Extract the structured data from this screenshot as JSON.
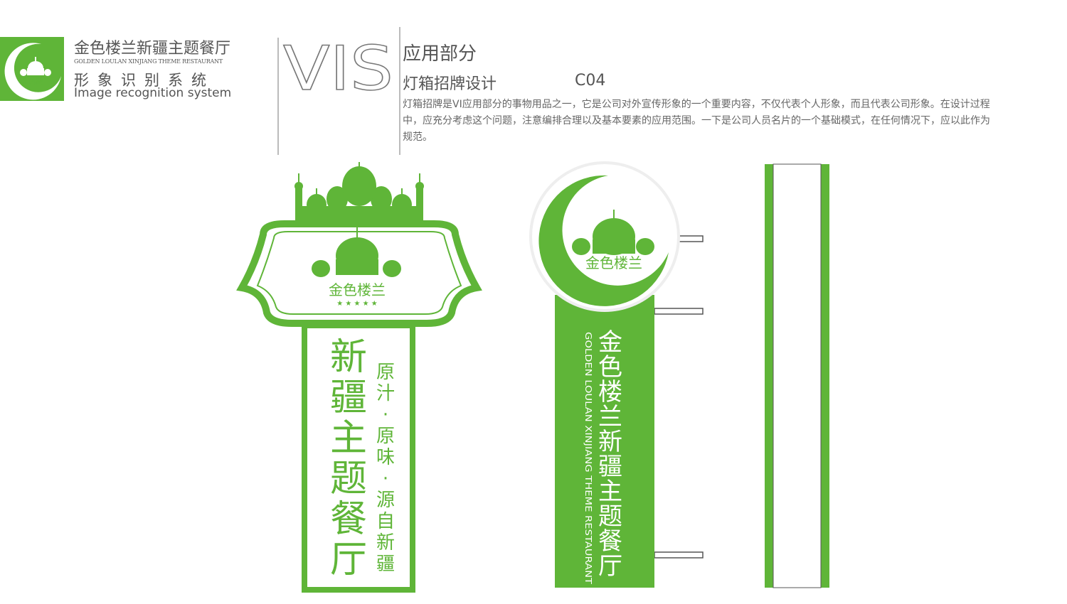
{
  "brand": {
    "name_cn": "金色楼兰新疆主题餐厅",
    "name_en": "GOLDEN LOULAN XINJIANG THEME RESTAURANT",
    "vis_cn": "形象识别系统",
    "vis_en": "Image recognition system",
    "logo_text": "金色楼兰"
  },
  "header": {
    "vis_mark": "VIS",
    "section_title": "应用部分",
    "sub_title": "灯箱招牌设计",
    "code": "C04",
    "description": "灯箱招牌是VI应用部分的事物用品之一，它是公司对外宣传形象的一个重要内容，不仅代表个人形象，而且代表公司形象。在设计过程中，应充分考虑这个问题，注意编排合理以及基本要素的应用范围。一下是公司人员名片的一个基础模式，在任何情况下，应以此作为规范。"
  },
  "signs": {
    "left": {
      "logo_text": "金色楼兰",
      "main_chars": [
        "新",
        "疆",
        "主",
        "题",
        "餐",
        "厅"
      ],
      "slogan_chars": [
        "原",
        "汁",
        "·",
        "原",
        "味",
        "·",
        "源",
        "自",
        "新",
        "疆"
      ]
    },
    "middle": {
      "logo_text": "金色楼兰",
      "vertical_chars": [
        "金",
        "色",
        "楼",
        "兰",
        "新",
        "疆",
        "主",
        "题",
        "餐",
        "厅"
      ],
      "vertical_en": "GOLDEN LOULAN XINJIANG THEME RESTAURANT"
    }
  },
  "colors": {
    "brand_green": "#5fb538",
    "text_gray": "#555555"
  }
}
